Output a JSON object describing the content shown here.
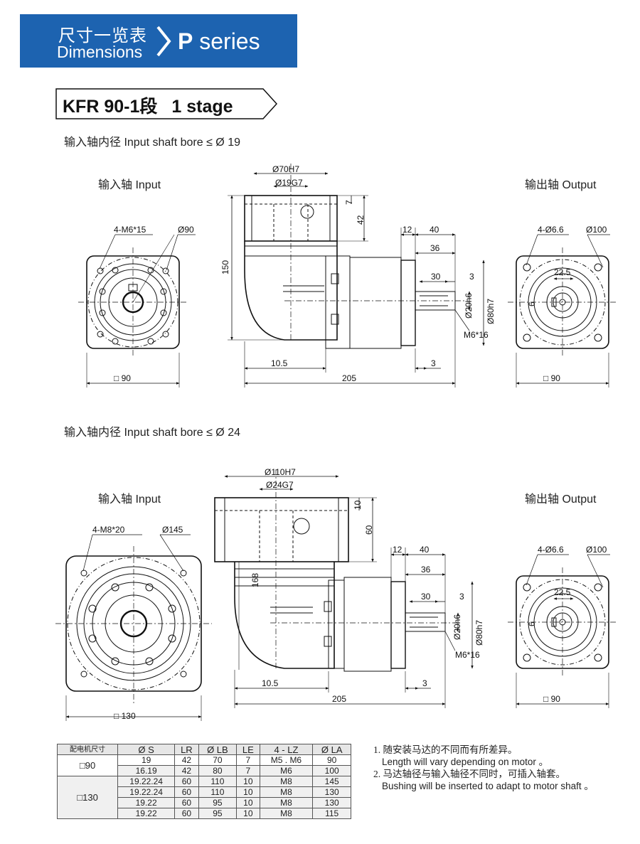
{
  "header": {
    "title_cn": "尺寸一览表",
    "title_en": "Dimensions",
    "series_letter": "P",
    "series_word": "series",
    "brand_color": "#1d63b0"
  },
  "model": {
    "name": "KFR 90-1段",
    "stage": "1 stage"
  },
  "section1": {
    "caption": "输入轴内径 Input shaft bore ≤ Ø 19",
    "input_label": "输入轴  Input",
    "output_label": "输出轴  Output",
    "dims": {
      "bolt": "4-M6*15",
      "pcd": "Ø90",
      "square": "90",
      "bore_h": "Ø70H7",
      "bore_g": "Ø19G7",
      "d7": "7",
      "d42": "42",
      "d150": "150",
      "d12": "12",
      "d40": "40",
      "d36": "36",
      "d30": "30",
      "d3": "3",
      "d20": "Ø20h6",
      "d80": "Ø80h7",
      "m6": "M6*16",
      "d10_5": "10.5",
      "d3b": "3",
      "d205": "205",
      "out_bolt": "4-Ø6.6",
      "out_pcd": "Ø100",
      "out_key": "22.5",
      "out_w": "6",
      "out_square": "90"
    }
  },
  "section2": {
    "caption": "输入轴内径 Input shaft bore ≤ Ø 24",
    "input_label": "输入轴  Input",
    "output_label": "输出轴  Output",
    "dims": {
      "bolt": "4-M8*20",
      "pcd": "Ø145",
      "square": "130",
      "bore_h": "Ø110H7",
      "bore_g": "Ø24G7",
      "d10": "10",
      "d60": "60",
      "d168": "168",
      "d12": "12",
      "d40": "40",
      "d36": "36",
      "d30": "30",
      "d3": "3",
      "d20": "Ø20h6",
      "d80": "Ø80h7",
      "m6": "M6*16",
      "d10_5": "10.5",
      "d3b": "3",
      "d205": "205",
      "out_bolt": "4-Ø6.6",
      "out_pcd": "Ø100",
      "out_key": "22.5",
      "out_w": "6",
      "out_square": "90"
    }
  },
  "table": {
    "headers": [
      "配电机尺寸",
      "Ø S",
      "LR",
      "Ø LB",
      "LE",
      "4 - LZ",
      "Ø LA"
    ],
    "groups": [
      {
        "motor": "90",
        "rows": [
          [
            "19",
            "42",
            "70",
            "7",
            "M5 . M6",
            "90"
          ],
          [
            "16.19",
            "42",
            "80",
            "7",
            "M6",
            "100"
          ]
        ]
      },
      {
        "motor": "130",
        "rows": [
          [
            "19.22.24",
            "60",
            "110",
            "10",
            "M8",
            "145"
          ],
          [
            "19.22.24",
            "60",
            "110",
            "10",
            "M8",
            "130"
          ],
          [
            "19.22",
            "60",
            "95",
            "10",
            "M8",
            "130"
          ],
          [
            "19.22",
            "60",
            "95",
            "10",
            "M8",
            "115"
          ]
        ]
      }
    ]
  },
  "notes": {
    "n1_cn": "1. 随安装马达的不同而有所差异。",
    "n1_en": "Length will vary depending on motor 。",
    "n2_cn": "2. 马达轴径与输入轴径不同时，可插入轴套。",
    "n2_en": "Bushing will be inserted to adapt to motor shaft 。"
  }
}
